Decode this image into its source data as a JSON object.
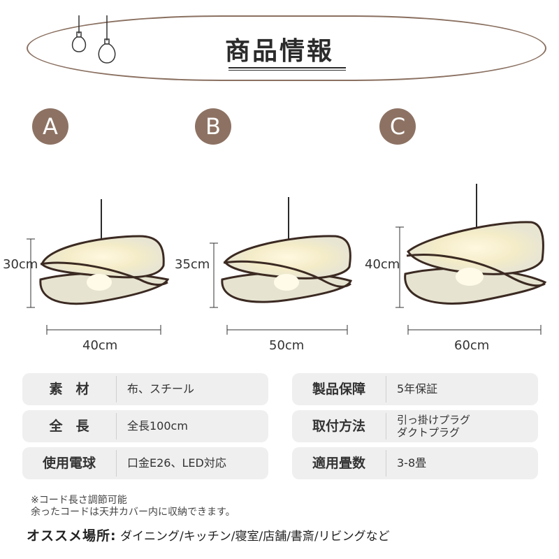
{
  "header": {
    "title": "商品情報"
  },
  "variants": [
    {
      "badge": "A",
      "height_label": "30cm",
      "width_label": "40cm"
    },
    {
      "badge": "B",
      "height_label": "35cm",
      "width_label": "50cm"
    },
    {
      "badge": "C",
      "height_label": "40cm",
      "width_label": "60cm"
    }
  ],
  "specs": {
    "material": {
      "key": "素　材",
      "value": "布、スチール"
    },
    "length": {
      "key": "全　長",
      "value": "全長100cm"
    },
    "bulb": {
      "key": "使用電球",
      "value": "口金E26、LED対応"
    },
    "warranty": {
      "key": "製品保障",
      "value": "5年保証"
    },
    "mount": {
      "key": "取付方法",
      "value_line1": "引っ掛けプラグ",
      "value_line2": "ダクトプラグ"
    },
    "area": {
      "key": "適用畳数",
      "value": "3-8畳"
    }
  },
  "notes": {
    "line1": "※コード長さ調節可能",
    "line2": "余ったコードは天井カバー内に収納できます。"
  },
  "recommend": {
    "label": "オススメ場所:",
    "places": "ダイニング/キッチン/寝室/店舗/書斎/リビングなど"
  },
  "colors": {
    "accent": "#8d7263",
    "shade": "#ecebd9",
    "rim": "#3b2a22",
    "card": "#efefef"
  }
}
